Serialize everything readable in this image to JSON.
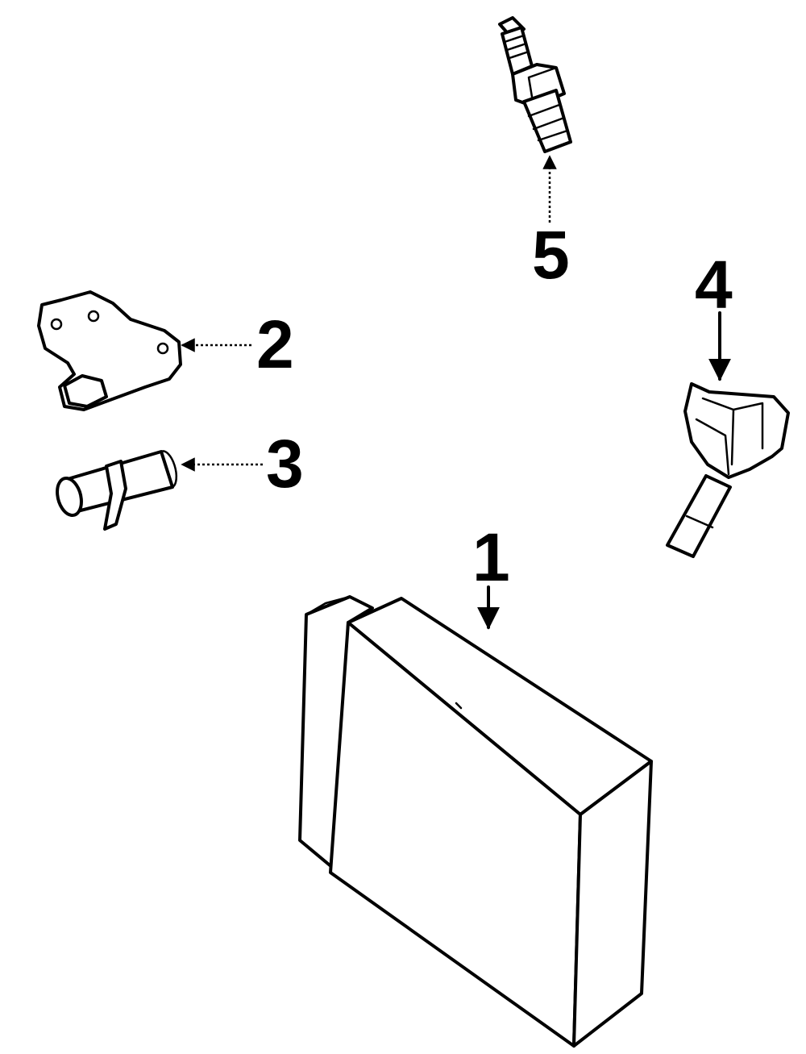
{
  "callouts": {
    "c1": "1",
    "c2": "2",
    "c3": "3",
    "c4": "4",
    "c5": "5"
  },
  "parts": [
    {
      "callout": "1",
      "icon": "control-module-icon"
    },
    {
      "callout": "2",
      "icon": "sensor-bracket-icon"
    },
    {
      "callout": "3",
      "icon": "position-sensor-icon"
    },
    {
      "callout": "4",
      "icon": "ignition-coil-icon"
    },
    {
      "callout": "5",
      "icon": "spark-plug-icon"
    }
  ],
  "colors": {
    "line": "#000000",
    "background": "#ffffff"
  }
}
